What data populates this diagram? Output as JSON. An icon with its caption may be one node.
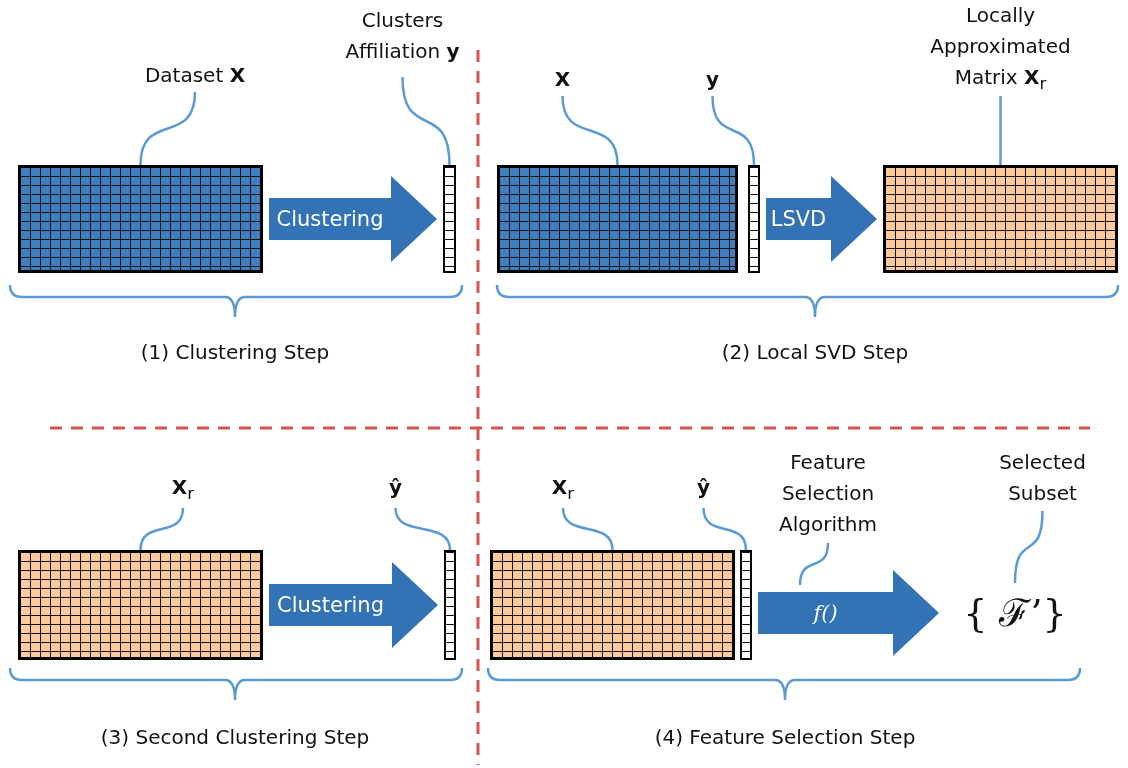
{
  "diagram": {
    "nodes": [
      {
        "text": [
          "Dataset **X**"
        ]
      },
      {
        "text": [],
        "shape": "box"
      },
      {
        "text": [
          "Clusters Affiliation **y**"
        ]
      },
      {
        "text": [],
        "shape": "bar"
      },
      {
        "text": [
          "**X**"
        ]
      },
      {
        "text": [],
        "shape": "box"
      },
      {
        "text": [
          "**y**"
        ]
      },
      {
        "text": [],
        "shape": "bar"
      },
      {
        "text": [
          "Locally Approximated Matrix **X**$_{r}$"
        ]
      },
      {
        "text": [],
        "shape": "box"
      },
      {
        "text": [
          "**X**$_{r}$"
        ]
      },
      {
        "text": [],
        "shape": "box"
      },
      {
        "text": [
          "**ŷ**"
        ]
      },
      {
        "text": [],
        "shape": "bar"
      },
      {
        "text": [
          "**X**$_{r}$"
        ]
      },
      {
        "text": [],
        "shape": "box"
      },
      {
        "text": [
          "**ŷ**"
        ]
      },
      {
        "text": [],
        "shape": "bar"
      },
      {
        "text": [
          "Feature Selection Algorithm"
        ]
      },
      {
        "text": [
          "Selected Subset"
        ]
      },
      {
        "text": [
          "{ ℱ’}"
        ]
      }
    ],
    "edges": [
      {
        "from": 0,
        "to": 1,
        "arrow": "none"
      },
      {
        "from": 2,
        "to": 3,
        "arrow": "none"
      },
      {
        "from": 1,
        "to": 3,
        "arrow": "to",
        "label": "Clustering",
        "style": "thick",
        "color": "#3272b5"
      },
      {
        "from": 4,
        "to": 5,
        "arrow": "none"
      },
      {
        "from": 6,
        "to": 7,
        "arrow": "none"
      },
      {
        "from": 8,
        "to": 9,
        "arrow": "none"
      },
      {
        "from": 7,
        "to": 9,
        "arrow": "to",
        "label": "LSVD",
        "style": "thick",
        "color": "#3272b5"
      },
      {
        "from": 10,
        "to": 11,
        "arrow": "none"
      },
      {
        "from": 12,
        "to": 13,
        "arrow": "none"
      },
      {
        "from": 11,
        "to": 13,
        "arrow": "to",
        "label": "Clustering",
        "style": "thick",
        "color": "#3272b5"
      },
      {
        "from": 14,
        "to": 15,
        "arrow": "none"
      },
      {
        "from": 16,
        "to": 17,
        "arrow": "none"
      },
      {
        "from": 17,
        "to": 20,
        "arrow": "to",
        "label": "f()",
        "style": "thick",
        "color": "#3272b5"
      },
      {
        "from": 18,
        "to": null,
        "arrow": "none"
      },
      {
        "from": 19,
        "to": 20,
        "arrow": "none"
      }
    ],
    "labels": [
      "(1) Clustering Step",
      "(2) Local SVD Step",
      "(3) Second Clustering Step",
      "(4) Feature Selection Step"
    ]
  }
}
